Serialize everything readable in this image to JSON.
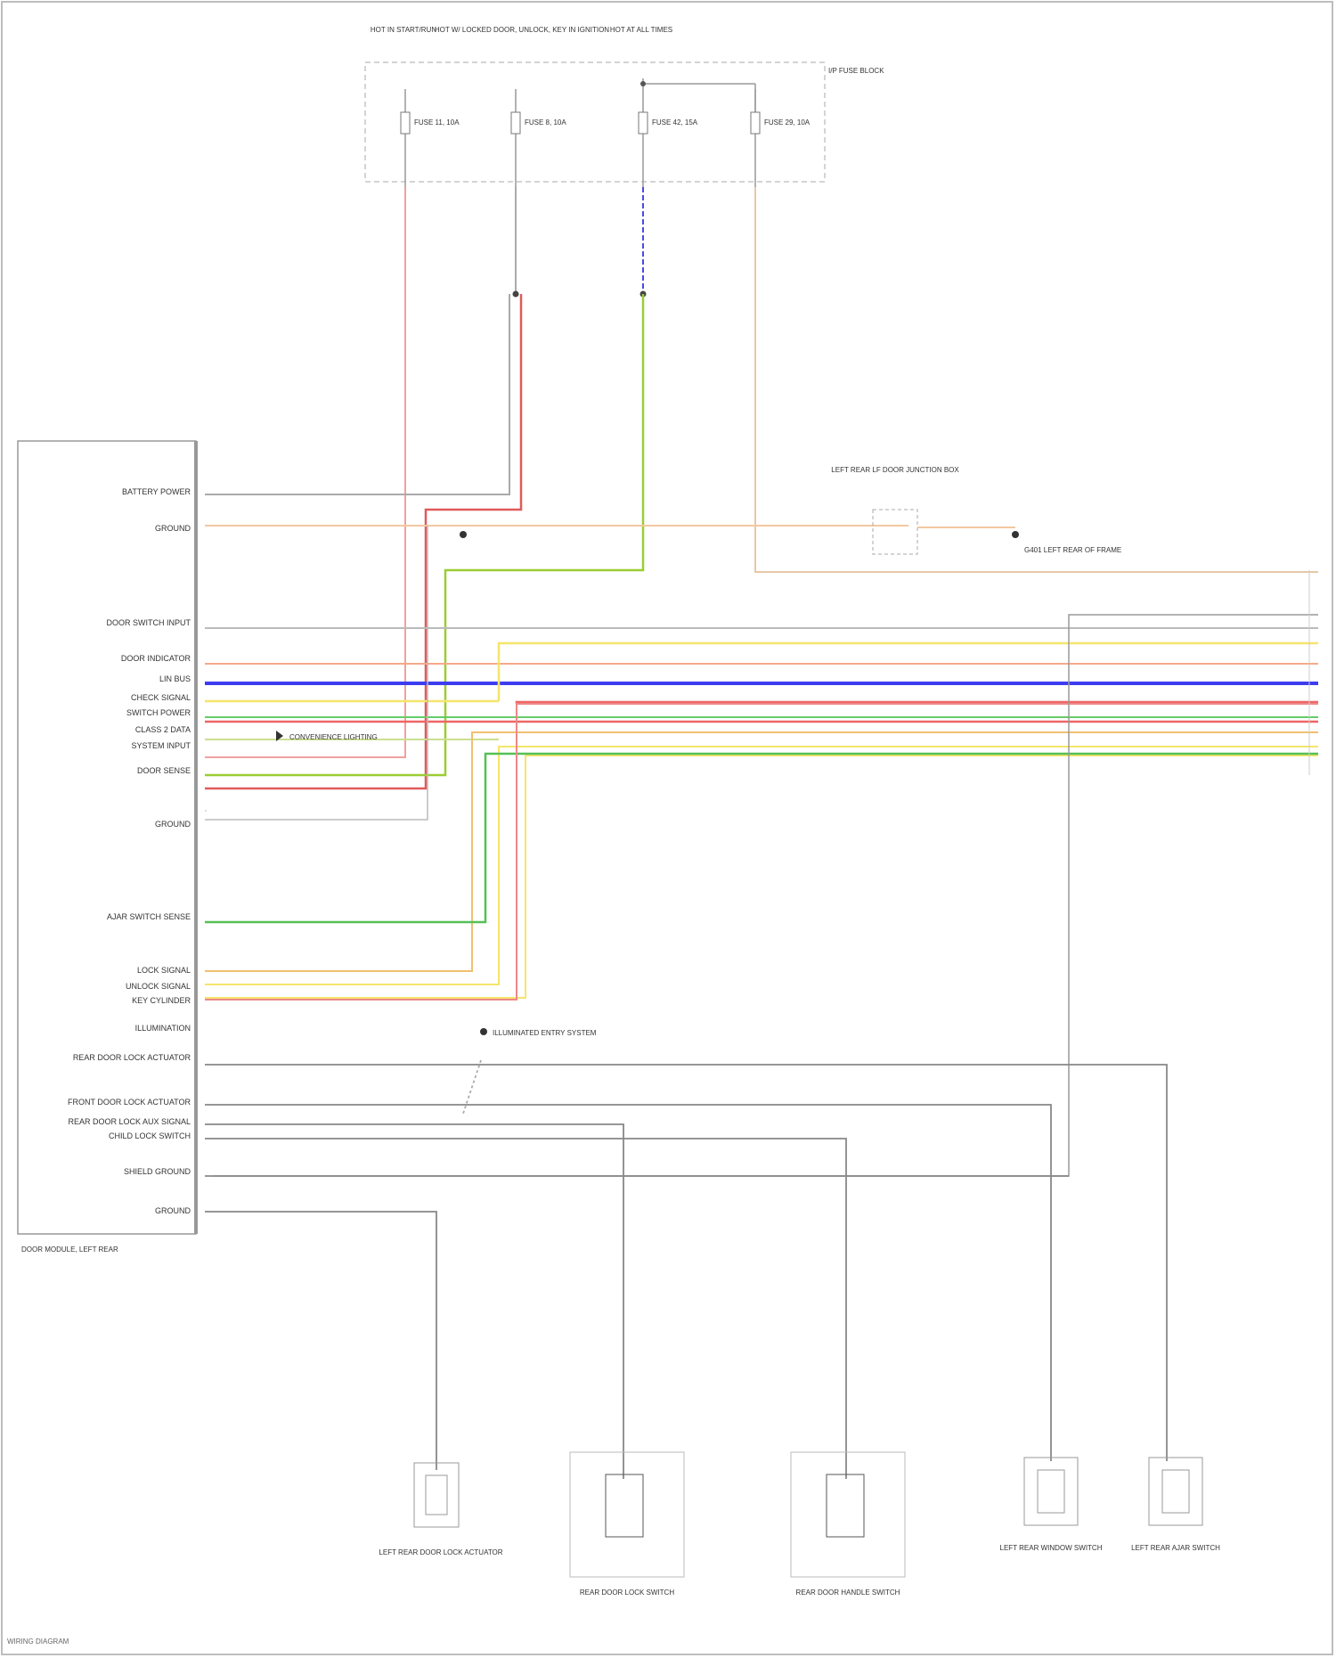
{
  "fuse_group": {
    "source_labels": [
      "HOT IN START/RUN",
      "HOT W/ LOCKED DOOR, UNLOCK, KEY IN IGNITION",
      "HOT AT ALL TIMES"
    ],
    "box_label": "I/P FUSE BLOCK",
    "fuses": [
      "FUSE 11, 10A",
      "FUSE 8, 10A",
      "FUSE 42, 15A",
      "FUSE 29, 10A"
    ]
  },
  "module": {
    "label": "DOOR MODULE, LEFT REAR",
    "left_pins": [
      {
        "label": "BATTERY POWER"
      },
      {
        "label": "GROUND"
      },
      {
        "label": "DOOR SWITCH INPUT"
      },
      {
        "label": "DOOR INDICATOR"
      },
      {
        "label": "LIN BUS"
      },
      {
        "label": "CHECK SIGNAL"
      },
      {
        "label": "SWITCH POWER"
      },
      {
        "label": "CLASS 2 DATA"
      },
      {
        "label": "SYSTEM INPUT"
      },
      {
        "label": "DOOR SENSE"
      },
      {
        "label": "GROUND"
      },
      {
        "label": "AJAR SWITCH SENSE"
      },
      {
        "label": "LOCK SIGNAL"
      },
      {
        "label": "UNLOCK SIGNAL"
      },
      {
        "label": "KEY CYLINDER"
      },
      {
        "label": "ILLUMINATION"
      },
      {
        "label": "REAR DOOR LOCK ACTUATOR"
      },
      {
        "label": "FRONT DOOR LOCK ACTUATOR"
      },
      {
        "label": "REAR DOOR LOCK AUX SIGNAL"
      },
      {
        "label": "CHILD LOCK SWITCH"
      },
      {
        "label": "SHIELD GROUND"
      },
      {
        "label": "GROUND"
      }
    ]
  },
  "splice": {
    "label": "LEFT REAR LF DOOR JUNCTION BOX",
    "ground_label": "G401 LEFT REAR OF FRAME"
  },
  "notes": {
    "note1": "CONVENIENCE LIGHTING",
    "note2": "ILLUMINATED ENTRY SYSTEM"
  },
  "components": [
    {
      "label": "LEFT REAR DOOR LOCK ACTUATOR"
    },
    {
      "label": "REAR DOOR LOCK SWITCH"
    },
    {
      "label": "REAR DOOR HANDLE SWITCH"
    },
    {
      "label": "LEFT REAR WINDOW SWITCH"
    },
    {
      "label": "LEFT REAR AJAR SWITCH"
    }
  ],
  "footer": "WIRING DIAGRAM"
}
